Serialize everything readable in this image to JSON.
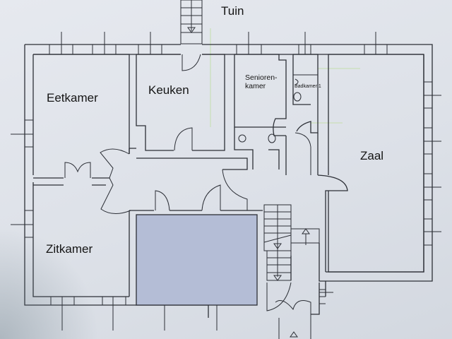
{
  "diagram": {
    "type": "floor-plan",
    "colors": {
      "paper": "#e3e6ec",
      "lines": "#2c2f36",
      "highlight_room": "#b4bdd6",
      "text": "#151515"
    },
    "exterior_label": "Tuin",
    "rooms": [
      {
        "id": "eetkamer",
        "label": "Eetkamer"
      },
      {
        "id": "keuken",
        "label": "Keuken"
      },
      {
        "id": "seniorenkamer",
        "label_line1": "Senioren-",
        "label_line2": "kamer"
      },
      {
        "id": "badkamer",
        "label": "Badkamer 1"
      },
      {
        "id": "zaal",
        "label": "Zaal"
      },
      {
        "id": "zitkamer",
        "label": "Zitkamer"
      },
      {
        "id": "highlighted-room",
        "label": ""
      }
    ]
  }
}
